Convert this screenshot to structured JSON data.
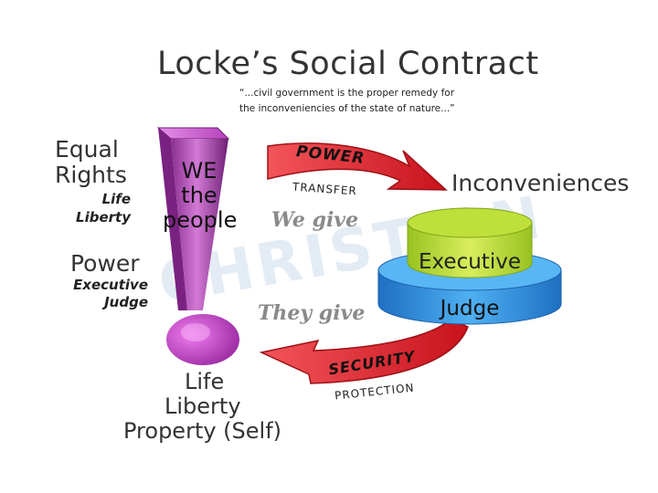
{
  "title": "Locke’s Social Contract",
  "quote": {
    "line1": "“...civil government is the proper remedy for",
    "line2": "the inconveniencies of the state of nature...”"
  },
  "left": {
    "equal_rights": [
      "Equal",
      "Rights"
    ],
    "equal_rights_items": [
      "Life",
      "Liberty"
    ],
    "power": "Power",
    "power_items": [
      "Executive",
      "Judge"
    ]
  },
  "people": [
    "WE",
    "the",
    "people"
  ],
  "arrows": {
    "top_main": "POWER",
    "top_sub": "TRANSFER",
    "bottom_main": "SECURITY",
    "bottom_sub": "PROTECTION"
  },
  "we_give": "We give",
  "they_give": "They give",
  "inconveniences": "Inconveniences",
  "government": {
    "top_tier": "Executive",
    "bottom_tier": "Judge"
  },
  "bottom": [
    "Life",
    "Liberty",
    "Property (Self)"
  ],
  "watermark": "CHRISTIAN",
  "colors": {
    "exclamation": "#b03ab5",
    "arrow_red": "#e0222a",
    "tier_top": "#c6e23a",
    "tier_bottom": "#2b8fe0"
  }
}
